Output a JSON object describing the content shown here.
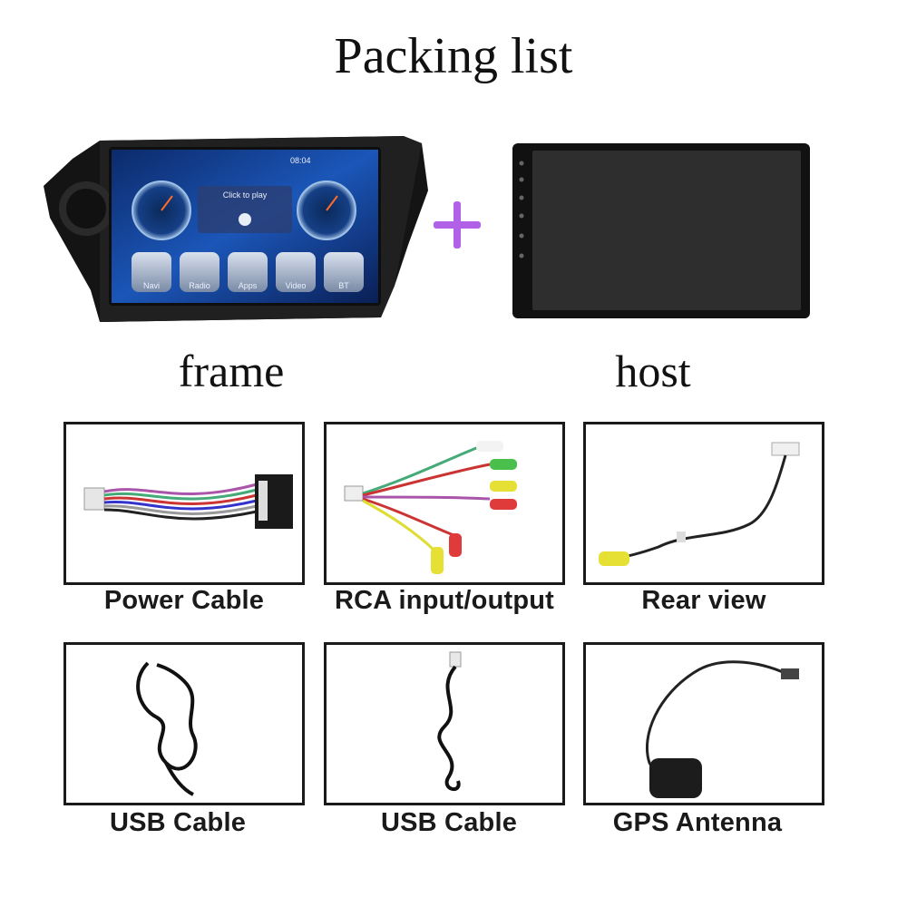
{
  "title": "Packing list",
  "frame_label": "frame",
  "host_label": "host",
  "screen": {
    "time": "08:04",
    "media_prompt": "Click to play",
    "apps": [
      "Navi",
      "Radio",
      "Apps",
      "Video",
      "BT"
    ]
  },
  "items": [
    {
      "label": "Power Cable"
    },
    {
      "label": "RCA input/output"
    },
    {
      "label": "Rear view"
    },
    {
      "label": "USB Cable"
    },
    {
      "label": "USB Cable"
    },
    {
      "label": "GPS Antenna"
    }
  ],
  "colors": {
    "plus": "#b061e8"
  }
}
